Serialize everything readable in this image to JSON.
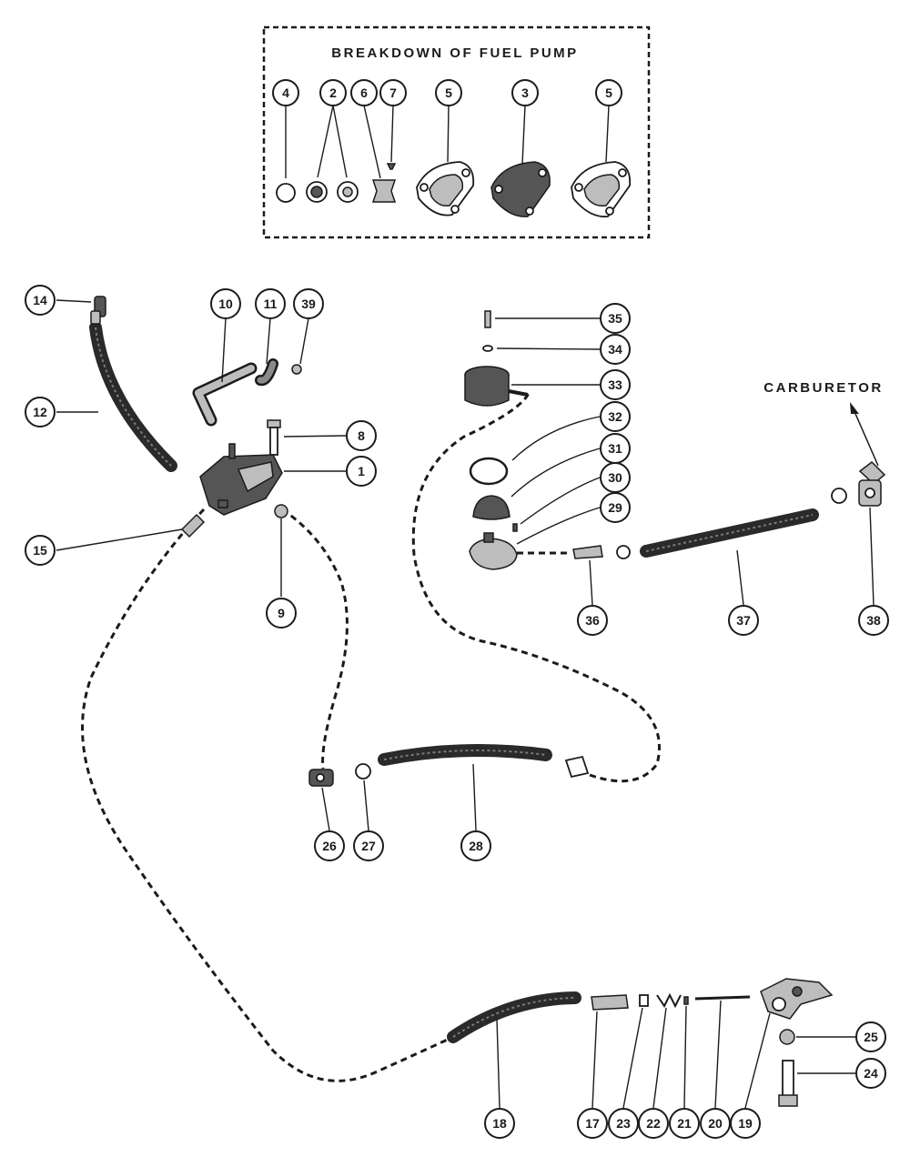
{
  "diagram": {
    "inset_title": "BREAKDOWN OF FUEL PUMP",
    "destination_label": "CARBURETOR",
    "colors": {
      "ink": "#1b1b1b",
      "hose": "#2a2a2a",
      "background": "#ffffff"
    },
    "callouts": {
      "c1": "1",
      "c2": "2",
      "c3": "3",
      "c4": "4",
      "c5a": "5",
      "c5b": "5",
      "c6": "6",
      "c7": "7",
      "c8": "8",
      "c9": "9",
      "c10": "10",
      "c11": "11",
      "c12": "12",
      "c14": "14",
      "c15": "15",
      "c17": "17",
      "c18": "18",
      "c19": "19",
      "c20": "20",
      "c21": "21",
      "c22": "22",
      "c23": "23",
      "c24": "24",
      "c25": "25",
      "c26": "26",
      "c27": "27",
      "c28": "28",
      "c29": "29",
      "c30": "30",
      "c31": "31",
      "c32": "32",
      "c33": "33",
      "c34": "34",
      "c35": "35",
      "c36": "36",
      "c37": "37",
      "c38": "38",
      "c39": "39"
    }
  }
}
